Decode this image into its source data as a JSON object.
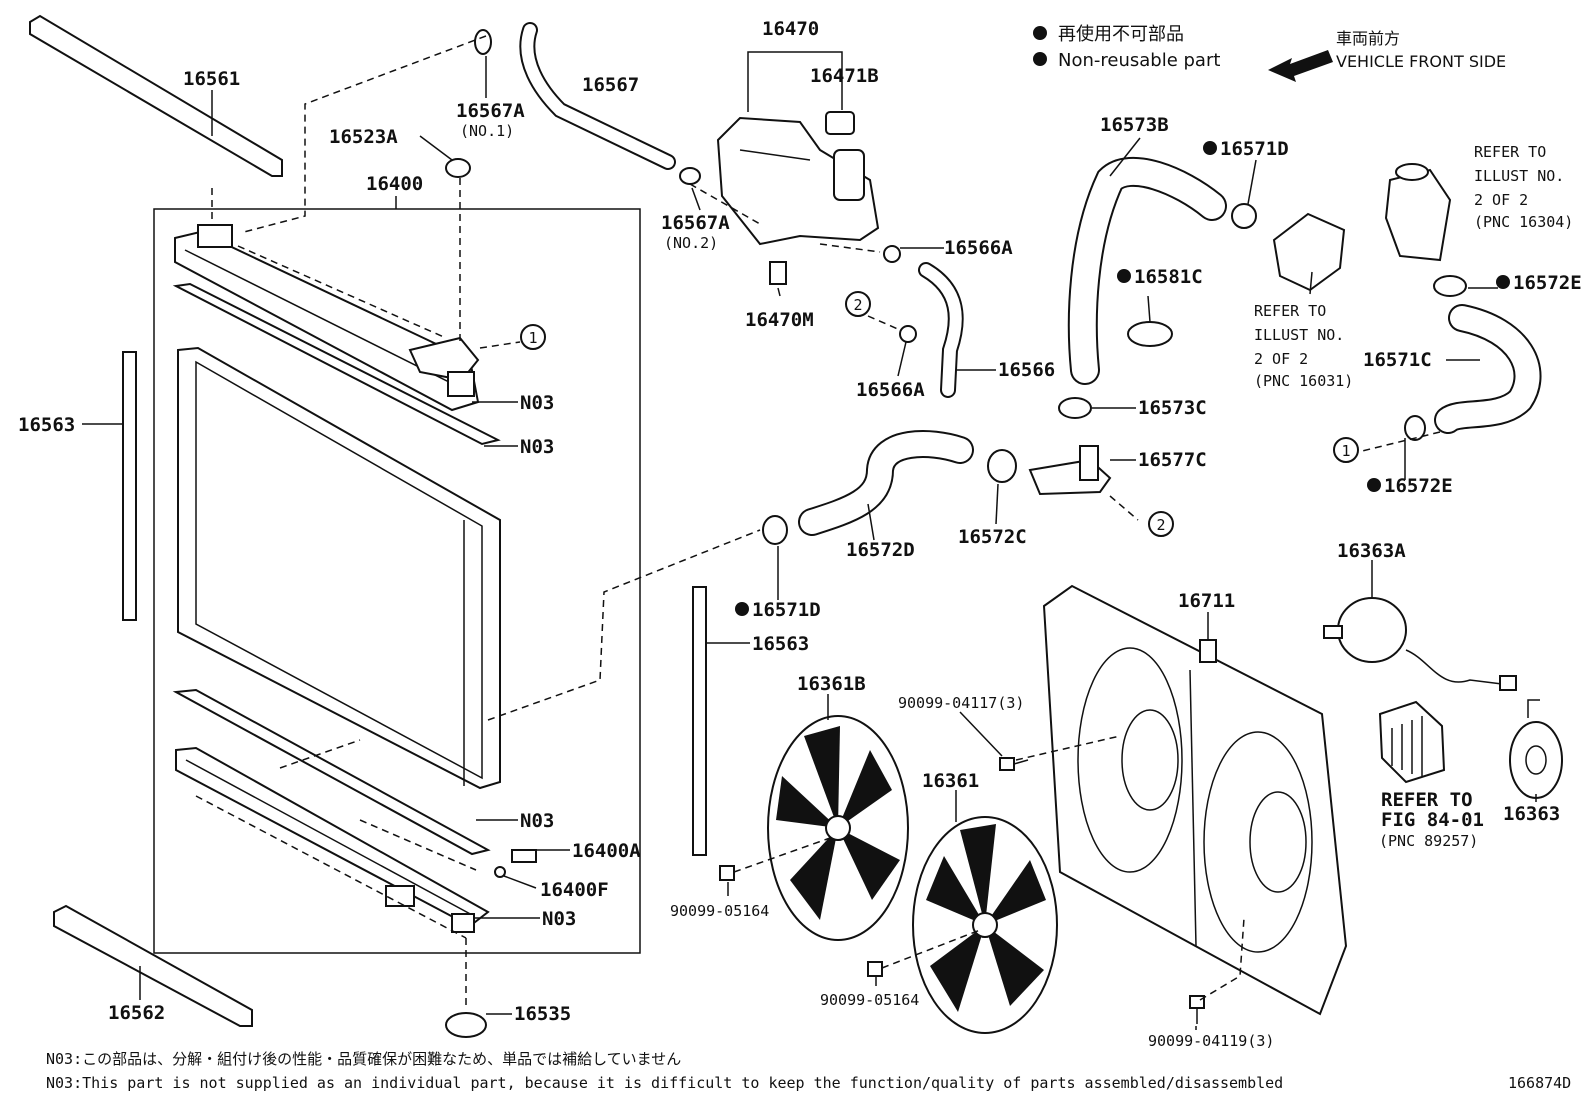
{
  "legend": {
    "jp": "再使用不可部品",
    "en": "Non-reusable part",
    "direction_jp": "車両前方",
    "direction_en": "VEHICLE FRONT SIDE"
  },
  "parts": {
    "p16561": "16561",
    "p16567A_1": "16567A",
    "p16567A_1_sub": "(NO.1)",
    "p16567": "16567",
    "p16470": "16470",
    "p16471B": "16471B",
    "p16523A": "16523A",
    "p16400": "16400",
    "p16567A_2": "16567A",
    "p16567A_2_sub": "(NO.2)",
    "p16566A_1": "16566A",
    "p16470M": "16470M",
    "p16566": "16566",
    "p16566A_2": "16566A",
    "p16573B": "16573B",
    "p16571D_1": "16571D",
    "p16581C": "16581C",
    "p16573C": "16573C",
    "p16577C": "16577C",
    "p16572E_1": "16572E",
    "p16571C": "16571C",
    "p16572E_2": "16572E",
    "p16563_1": "16563",
    "p16563_2": "16563",
    "n03_1": "N03",
    "n03_2": "N03",
    "n03_3": "N03",
    "n03_4": "N03",
    "p16400A": "16400A",
    "p16400F": "16400F",
    "p16562": "16562",
    "p16535": "16535",
    "p16572D": "16572D",
    "p16572C": "16572C",
    "p16571D_2": "16571D",
    "p16361B": "16361B",
    "p16361": "16361",
    "p16711": "16711",
    "p16363A": "16363A",
    "p16363": "16363",
    "b90099_04117": "90099-04117(3)",
    "b90099_05164_1": "90099-05164",
    "b90099_05164_2": "90099-05164",
    "b90099_04119": "90099-04119(3)"
  },
  "callouts": {
    "c1a": "1",
    "c1b": "1",
    "c2a": "2",
    "c2b": "2"
  },
  "references": {
    "ref1": [
      "REFER TO",
      "ILLUST NO.",
      "2 OF 2",
      "(PNC 16304)"
    ],
    "ref2": [
      "REFER TO",
      "ILLUST NO.",
      "2 OF 2",
      "(PNC 16031)"
    ],
    "ref3": [
      "REFER TO",
      "FIG 84-01",
      "(PNC 89257)"
    ]
  },
  "footer": {
    "note_jp": "N03:この部品は、分解・組付け後の性能・品質確保が困難なため、単品では補給していません",
    "note_en": "N03:This part is not supplied as an individual part, because it is difficult to keep the function/quality of parts assembled/disassembled",
    "diagram_id": "166874D"
  }
}
